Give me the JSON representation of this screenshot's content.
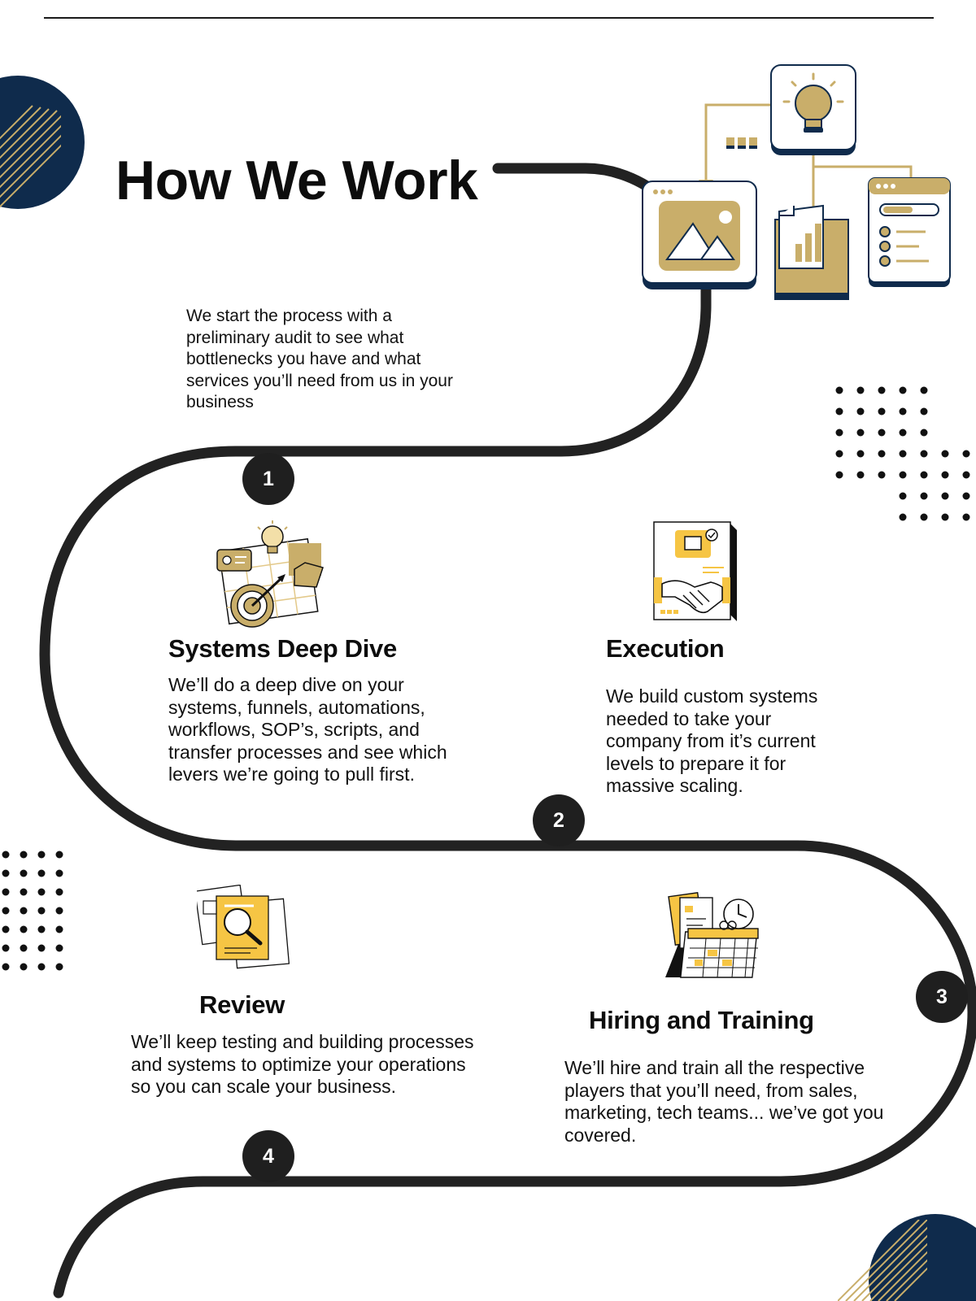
{
  "title": "How We Work",
  "intro": "We start the process with a preliminary audit to see what bottlenecks you have and what services you’ll need from us in your business",
  "colors": {
    "navy": "#0f2b4c",
    "gold": "#c9ae6a",
    "yellow": "#f6c544",
    "path": "#222222"
  },
  "steps": [
    {
      "number": "1",
      "title": "Systems Deep Dive",
      "description": "We’ll do a deep dive on your systems, funnels, automations, workflows, SOP’s, scripts, and transfer processes and see which levers we’re going to pull first.",
      "icon": "strategy-target-icon"
    },
    {
      "number": "2",
      "title": "Execution",
      "description": "We build custom systems needed to take your company from it’s current levels to prepare it for massive scaling.",
      "icon": "handshake-document-icon"
    },
    {
      "number": "3",
      "title": "Review",
      "description": "We’ll keep testing and building processes and systems to optimize your operations so you can scale your business.",
      "icon": "magnifier-documents-icon"
    },
    {
      "number": "4",
      "title": "Hiring and Training",
      "description": "We’ll hire and train all the respective players that you’ll need, from sales, marketing, tech teams... we’ve got you covered.",
      "icon": "calendar-clock-icon"
    }
  ]
}
